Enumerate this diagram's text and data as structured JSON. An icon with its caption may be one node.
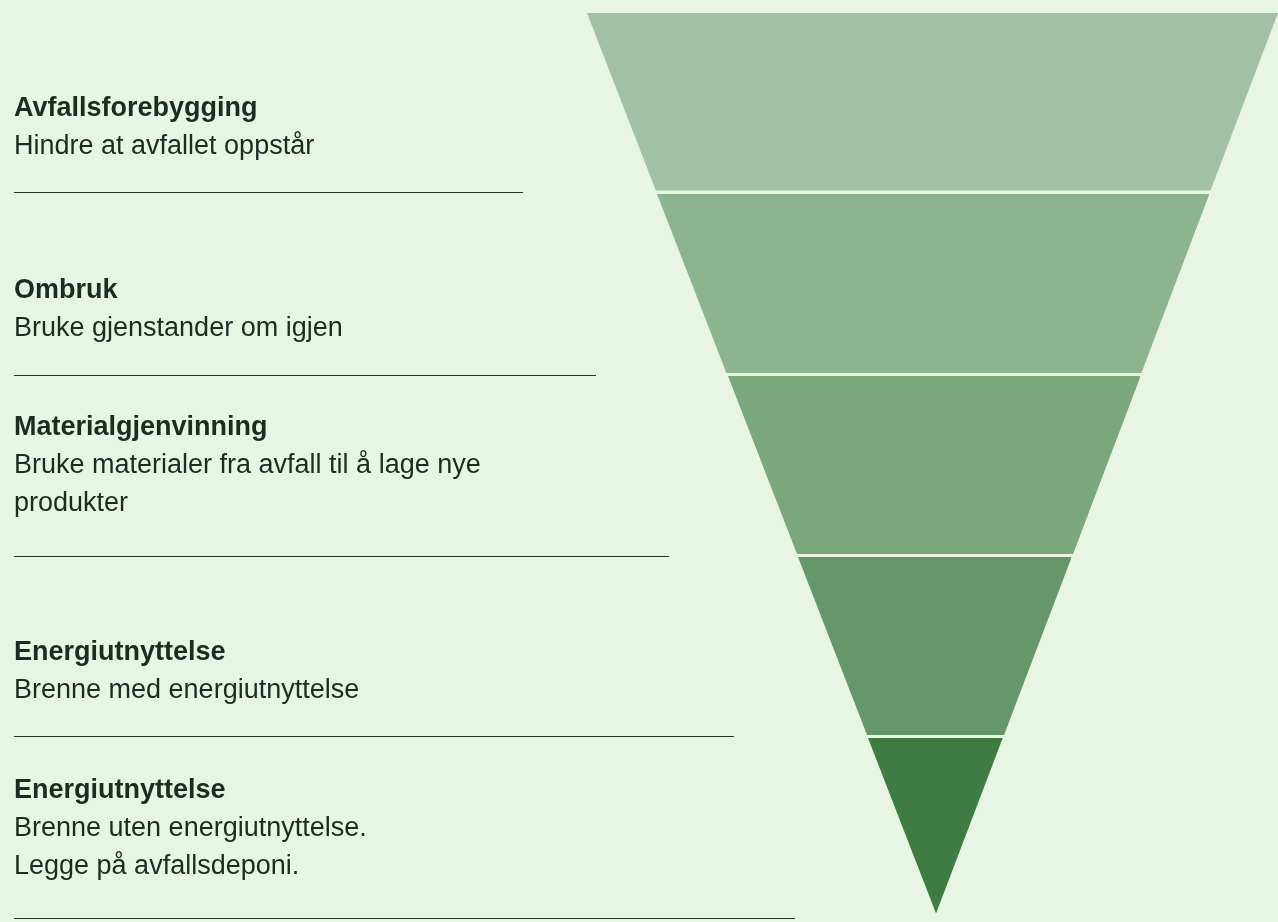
{
  "diagram": {
    "nodes": [
      {
        "text": [],
        "shape": "band"
      },
      {
        "text": [],
        "shape": "band"
      },
      {
        "text": [],
        "shape": "band"
      },
      {
        "text": [],
        "shape": "band"
      },
      {
        "text": [],
        "shape": "band"
      }
    ],
    "labels": [
      "Avfallsforebygging",
      "Hindre at avfallet oppstår",
      "Ombruk",
      "Bruke gjenstander om igjen",
      "Materialgjenvinning",
      "Bruke materialer fra avfall til å lage nye produkter",
      "Energiutnyttelse",
      "Brenne med energiutnyttelse",
      "Energiutnyttelse",
      "Brenne uten energiutnyttelse.",
      "Legge på avfallsdeponi."
    ]
  }
}
